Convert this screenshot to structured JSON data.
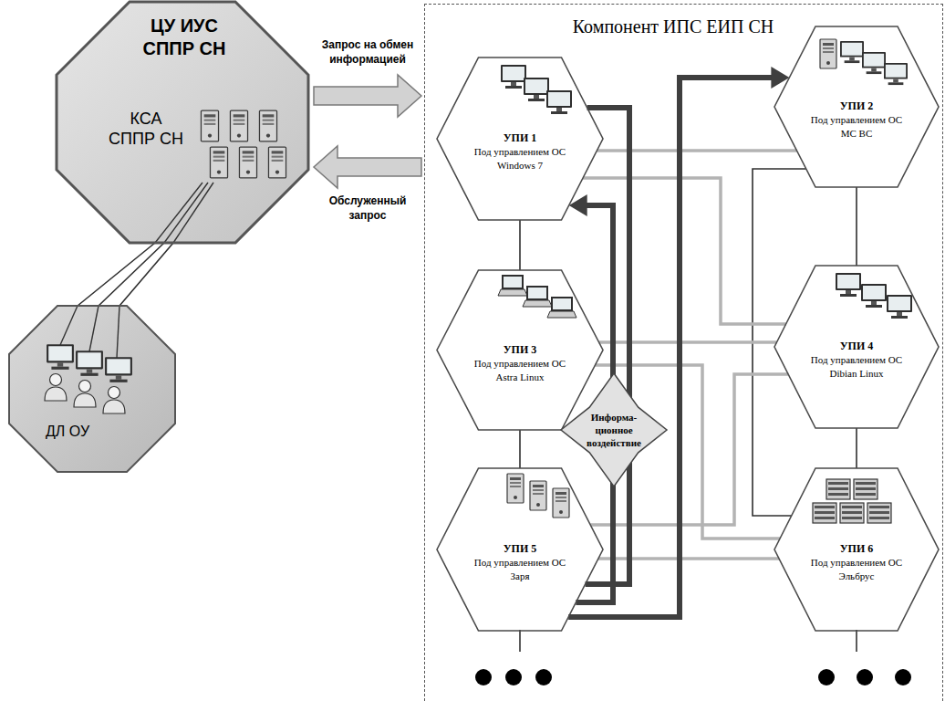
{
  "diagram": {
    "nodes": [
      {
        "text": [
          "ЦУ ИУС СППР СН",
          "КСА СППР СН"
        ]
      },
      {
        "text": [
          "ДЛ ОУ"
        ]
      },
      {
        "text": [
          "Компонент ИПС ЕИП СН"
        ]
      },
      {
        "text": [
          "УПИ 1",
          "Под управлением ОС Windows 7"
        ],
        "in": 2
      },
      {
        "text": [
          "УПИ 2",
          "Под управлением ОС МС ВС"
        ],
        "in": 2
      },
      {
        "text": [
          "УПИ 3",
          "Под управлением ОС Astra Linux"
        ],
        "in": 2
      },
      {
        "text": [
          "УПИ 4",
          "Под управлением ОС Dibian Linux"
        ],
        "in": 2
      },
      {
        "text": [
          "УПИ 5",
          "Под управлением ОС Заря"
        ],
        "in": 2
      },
      {
        "text": [
          "УПИ 6",
          "Под управлением ОС Эльбрус"
        ],
        "in": 2
      },
      {
        "text": [
          "Информа- ционное воздействие"
        ],
        "in": 2
      }
    ],
    "edges": [
      {
        "from": 0,
        "to": 2,
        "arrow": "to",
        "label": "Запрос на обмен информацией"
      },
      {
        "from": 2,
        "to": 0,
        "arrow": "to",
        "label": "Обслуженный запрос"
      },
      {
        "from": 0,
        "to": 1,
        "arrow": "none"
      },
      {
        "from": 3,
        "to": 5,
        "arrow": "none"
      },
      {
        "from": 5,
        "to": 7,
        "arrow": "none"
      },
      {
        "from": 4,
        "to": 6,
        "arrow": "none"
      },
      {
        "from": 6,
        "to": 8,
        "arrow": "none"
      },
      {
        "from": 4,
        "to": 8,
        "arrow": "none"
      },
      {
        "from": 3,
        "to": 4,
        "arrow": "none"
      },
      {
        "from": 3,
        "to": 6,
        "arrow": "none"
      },
      {
        "from": 5,
        "to": 6,
        "arrow": "none"
      },
      {
        "from": 5,
        "to": 8,
        "arrow": "none"
      },
      {
        "from": 7,
        "to": 8,
        "arrow": "none"
      },
      {
        "from": 7,
        "to": 6,
        "arrow": "none"
      },
      {
        "from": 3,
        "to": 7,
        "arrow": "none"
      },
      {
        "from": 7,
        "to": 3,
        "arrow": "to"
      },
      {
        "from": 7,
        "to": 4,
        "arrow": "to"
      }
    ]
  }
}
